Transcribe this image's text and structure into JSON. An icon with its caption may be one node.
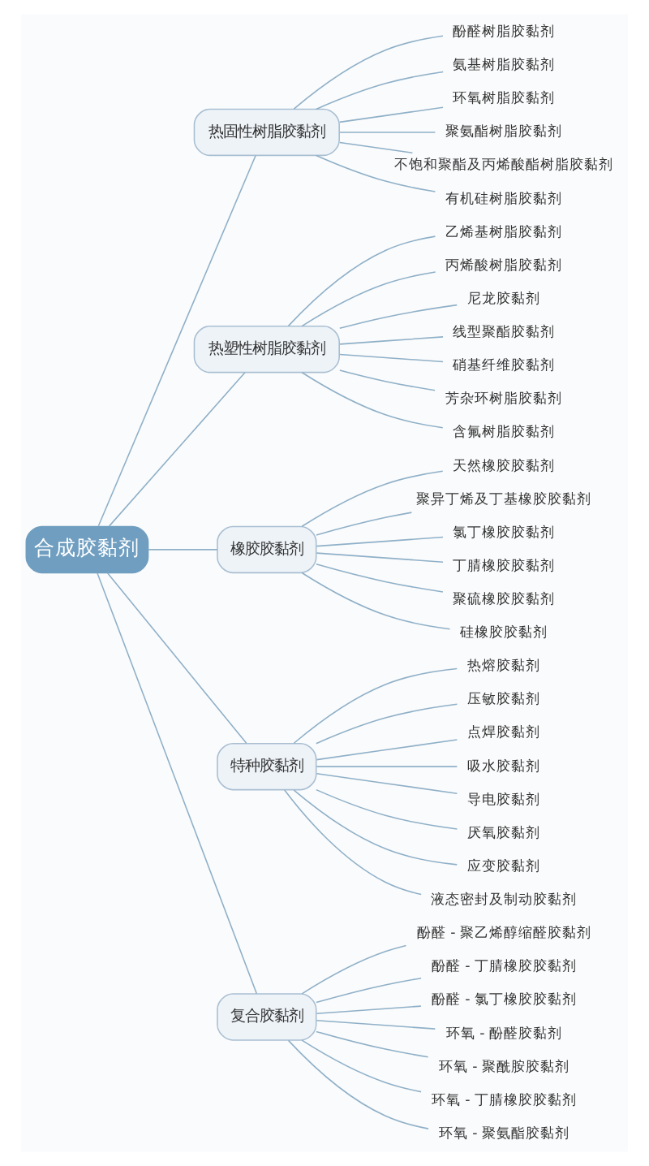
{
  "diagram": {
    "nodes": [
      {
        "text": [
          "合成胶黏剂"
        ]
      },
      {
        "text": [
          "热固性树脂胶黏剂"
        ]
      },
      {
        "text": [
          "酚醛树脂胶黏剂"
        ]
      },
      {
        "text": [
          "氨基树脂胶黏剂"
        ]
      },
      {
        "text": [
          "环氧树脂胶黏剂"
        ]
      },
      {
        "text": [
          "聚氨酯树脂胶黏剂"
        ]
      },
      {
        "text": [
          "不饱和聚酯及丙烯酸酯树脂胶黏剂"
        ]
      },
      {
        "text": [
          "有机硅树脂胶黏剂"
        ]
      },
      {
        "text": [
          "热塑性树脂胶黏剂"
        ]
      },
      {
        "text": [
          "乙烯基树脂胶黏剂"
        ]
      },
      {
        "text": [
          "丙烯酸树脂胶黏剂"
        ]
      },
      {
        "text": [
          "尼龙胶黏剂"
        ]
      },
      {
        "text": [
          "线型聚酯胶黏剂"
        ]
      },
      {
        "text": [
          "硝基纤维胶黏剂"
        ]
      },
      {
        "text": [
          "芳杂环树脂胶黏剂"
        ]
      },
      {
        "text": [
          "含氟树脂胶黏剂"
        ]
      },
      {
        "text": [
          "橡胶胶黏剂"
        ]
      },
      {
        "text": [
          "天然橡胶胶黏剂"
        ]
      },
      {
        "text": [
          "聚异丁烯及丁基橡胶胶黏剂"
        ]
      },
      {
        "text": [
          "氯丁橡胶胶黏剂"
        ]
      },
      {
        "text": [
          "丁腈橡胶胶黏剂"
        ]
      },
      {
        "text": [
          "聚硫橡胶胶黏剂"
        ]
      },
      {
        "text": [
          "硅橡胶胶黏剂"
        ]
      },
      {
        "text": [
          "特种胶黏剂"
        ]
      },
      {
        "text": [
          "热熔胶黏剂"
        ]
      },
      {
        "text": [
          "压敏胶黏剂"
        ]
      },
      {
        "text": [
          "点焊胶黏剂"
        ]
      },
      {
        "text": [
          "吸水胶黏剂"
        ]
      },
      {
        "text": [
          "导电胶黏剂"
        ]
      },
      {
        "text": [
          "厌氧胶黏剂"
        ]
      },
      {
        "text": [
          "应变胶黏剂"
        ]
      },
      {
        "text": [
          "液态密封及制动胶黏剂"
        ]
      },
      {
        "text": [
          "复合胶黏剂"
        ]
      },
      {
        "text": [
          "酚醛 - 聚乙烯醇缩醛胶黏剂"
        ]
      },
      {
        "text": [
          "酚醛 - 丁腈橡胶胶黏剂"
        ]
      },
      {
        "text": [
          "酚醛 - 氯丁橡胶胶黏剂"
        ]
      },
      {
        "text": [
          "环氧 - 酚醛胶黏剂"
        ]
      },
      {
        "text": [
          "环氧 - 聚酰胺胶黏剂"
        ]
      },
      {
        "text": [
          "环氧 - 丁腈橡胶胶黏剂"
        ]
      },
      {
        "text": [
          "环氧 - 聚氨酯胶黏剂"
        ]
      }
    ],
    "edges": [
      {
        "from": 0,
        "to": 1,
        "arrow": "none"
      },
      {
        "from": 1,
        "to": 2,
        "arrow": "none"
      },
      {
        "from": 1,
        "to": 3,
        "arrow": "none"
      },
      {
        "from": 1,
        "to": 4,
        "arrow": "none"
      },
      {
        "from": 1,
        "to": 5,
        "arrow": "none"
      },
      {
        "from": 1,
        "to": 6,
        "arrow": "none"
      },
      {
        "from": 1,
        "to": 7,
        "arrow": "none"
      },
      {
        "from": 0,
        "to": 8,
        "arrow": "none"
      },
      {
        "from": 8,
        "to": 9,
        "arrow": "none"
      },
      {
        "from": 8,
        "to": 10,
        "arrow": "none"
      },
      {
        "from": 8,
        "to": 11,
        "arrow": "none"
      },
      {
        "from": 8,
        "to": 12,
        "arrow": "none"
      },
      {
        "from": 8,
        "to": 13,
        "arrow": "none"
      },
      {
        "from": 8,
        "to": 14,
        "arrow": "none"
      },
      {
        "from": 8,
        "to": 15,
        "arrow": "none"
      },
      {
        "from": 0,
        "to": 16,
        "arrow": "none"
      },
      {
        "from": 16,
        "to": 17,
        "arrow": "none"
      },
      {
        "from": 16,
        "to": 18,
        "arrow": "none"
      },
      {
        "from": 16,
        "to": 19,
        "arrow": "none"
      },
      {
        "from": 16,
        "to": 20,
        "arrow": "none"
      },
      {
        "from": 16,
        "to": 21,
        "arrow": "none"
      },
      {
        "from": 16,
        "to": 22,
        "arrow": "none"
      },
      {
        "from": 0,
        "to": 23,
        "arrow": "none"
      },
      {
        "from": 23,
        "to": 24,
        "arrow": "none"
      },
      {
        "from": 23,
        "to": 25,
        "arrow": "none"
      },
      {
        "from": 23,
        "to": 26,
        "arrow": "none"
      },
      {
        "from": 23,
        "to": 27,
        "arrow": "none"
      },
      {
        "from": 23,
        "to": 28,
        "arrow": "none"
      },
      {
        "from": 23,
        "to": 29,
        "arrow": "none"
      },
      {
        "from": 23,
        "to": 30,
        "arrow": "none"
      },
      {
        "from": 23,
        "to": 31,
        "arrow": "none"
      },
      {
        "from": 0,
        "to": 32,
        "arrow": "none"
      },
      {
        "from": 32,
        "to": 33,
        "arrow": "none"
      },
      {
        "from": 32,
        "to": 34,
        "arrow": "none"
      },
      {
        "from": 32,
        "to": 35,
        "arrow": "none"
      },
      {
        "from": 32,
        "to": 36,
        "arrow": "none"
      },
      {
        "from": 32,
        "to": 37,
        "arrow": "none"
      },
      {
        "from": 32,
        "to": 38,
        "arrow": "none"
      },
      {
        "from": 32,
        "to": 39,
        "arrow": "none"
      }
    ]
  }
}
